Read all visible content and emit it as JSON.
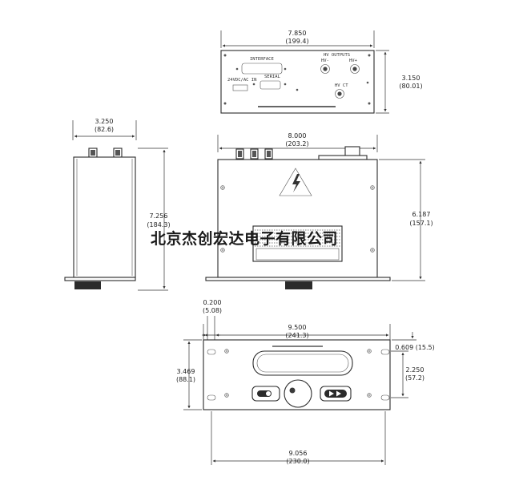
{
  "top_view": {
    "width_in": "7.850",
    "width_mm": "(199.4)",
    "height_in": "3.150",
    "height_mm": "(80.01)",
    "labels": {
      "interface": "INTERFACE",
      "hv_outputs": "HV OUTPUTS",
      "hv_minus": "HV-",
      "hv_plus": "HV+",
      "power_in": "24VDC/AC IN",
      "serial": "SERIAL",
      "hv_ct": "HV CT"
    }
  },
  "side_view": {
    "width_in": "3.250",
    "width_mm": "(82.6)",
    "height_in": "7.256",
    "height_mm": "(184.3)"
  },
  "front_view": {
    "width_in": "8.000",
    "width_mm": "(203.2)",
    "height_in": "6.187",
    "height_mm": "(157.1)"
  },
  "panel_view": {
    "slot_in": "0.200",
    "slot_mm": "(5.08)",
    "width_in": "9.500",
    "width_mm": "(241.3)",
    "height_in": "3.469",
    "height_mm": "(88.1)",
    "edge_offset": "0.609 (15.5)",
    "hole_spacing_in": "2.250",
    "hole_spacing_mm": "(57.2)",
    "hole_width_in": "9.056",
    "hole_width_mm": "(230.0)"
  },
  "watermark": "北京杰创宏达电子有限公司"
}
